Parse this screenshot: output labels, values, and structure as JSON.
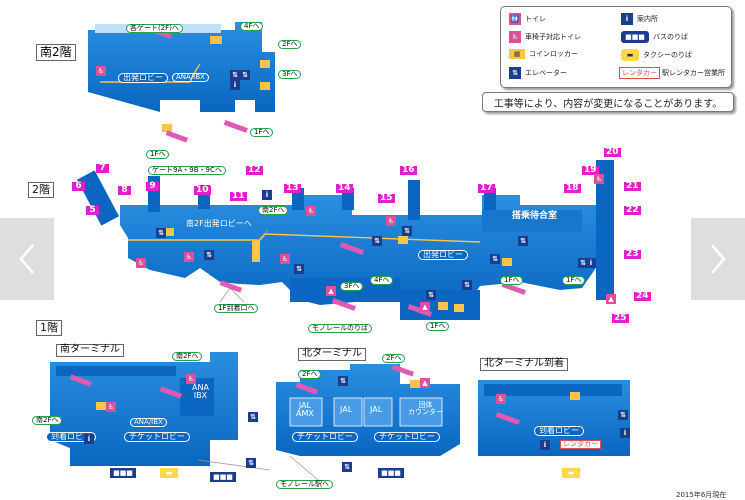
{
  "nav": {
    "prev_icon": "chevron-left-icon",
    "next_icon": "chevron-right-icon"
  },
  "legend": {
    "toilet": "トイレ",
    "info": "案内所",
    "accessible_toilet": "車椅子対応トイレ",
    "bus": "バスのりば",
    "locker": "コインロッカー",
    "taxi": "タクシーのりば",
    "elevator": "エレベーター",
    "rental_badge": "レンタカー",
    "rental": "駅レンタカー営業所"
  },
  "notice": "工事等により、内容が変更になることがあります。",
  "date": "2015年6月現在",
  "floors": {
    "s2": {
      "title": "南2階",
      "gates": "各ゲート(2F)へ",
      "up4": "4Fへ",
      "up2": "2Fへ",
      "up3": "3Fへ",
      "down1": "1Fへ",
      "lobby": "出発ロビー",
      "airline": "ANA/IBX"
    },
    "f2": {
      "title": "2階",
      "gate_label": "ゲート9A・9B・9Cへ",
      "gates": [
        "5",
        "6",
        "7",
        "8",
        "9",
        "10",
        "11",
        "12",
        "13",
        "14",
        "15",
        "16",
        "17",
        "18",
        "19",
        "20",
        "21",
        "22",
        "23",
        "24",
        "25"
      ],
      "south_lobby": "南2F出発ロビーへ",
      "to2f": "南2Fへ",
      "waiting": "搭乗待合室",
      "depart": "出発ロビー",
      "to3f": "3Fへ",
      "to4f": "4Fへ",
      "to1f_a": "1Fへ",
      "to1f_b": "1Fへ",
      "to1f_c": "1Fへ",
      "arrival_exit": "1F到着口へ",
      "monorail": "モノレールのりば"
    },
    "f1": {
      "title": "1階",
      "south_terminal": "南ターミナル",
      "north_terminal": "北ターミナル",
      "north_arrival": "北ターミナル到着",
      "s_to2f_a": "南2Fへ",
      "s_to2f_b": "南2Fへ",
      "ana_ibx": "ANA\nIBX",
      "ana_ibx_small": "ANA/IBX",
      "arrival_lobby": "到着ロビー",
      "ticket_lobby": "チケットロビー",
      "n_to2f_a": "2Fへ",
      "n_to2f_b": "2Fへ",
      "jal_amx": "JAL\nAMX",
      "jal1": "JAL",
      "jal2": "JAL",
      "group_counter": "団体\nカウンター",
      "n_ticket_a": "チケットロビー",
      "n_ticket_b": "チケットロビー",
      "n_arrival_lobby": "到着ロビー",
      "rental": "レンタカー",
      "monorail_station": "モノレール駅へ"
    }
  }
}
